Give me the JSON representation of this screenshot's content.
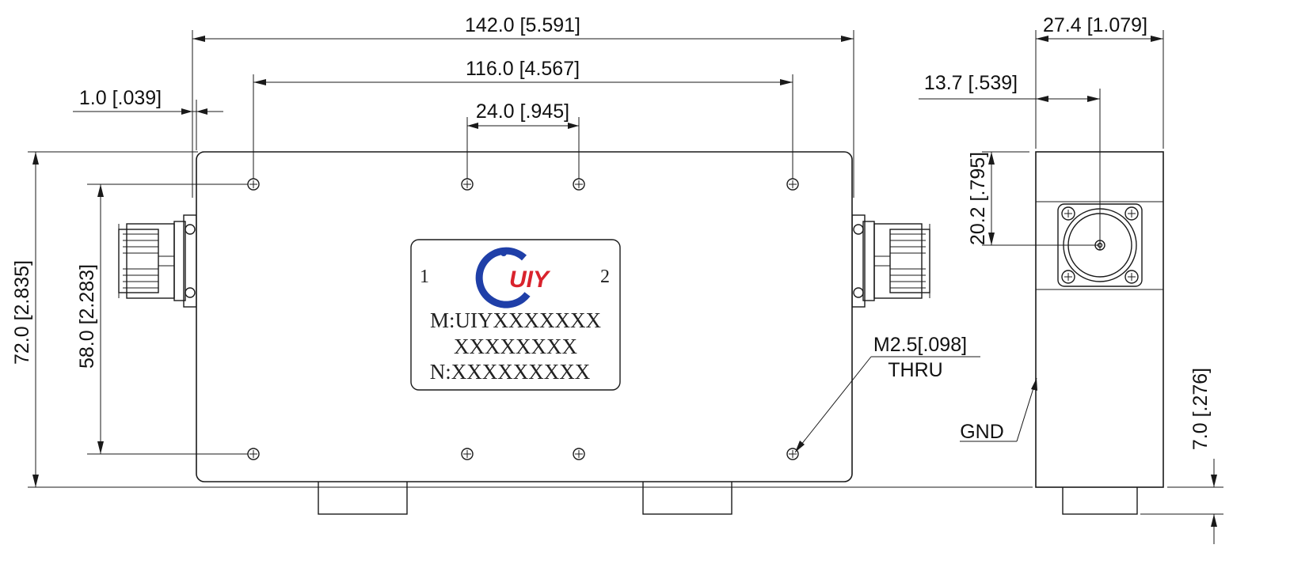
{
  "dimensions": {
    "overall_length": "142.0 [5.591]",
    "hole_span_outer": "116.0 [4.567]",
    "hole_span_inner": "24.0 [.945]",
    "flange_offset": "1.0 [.039]",
    "overall_height": "72.0 [2.835]",
    "hole_span_vertical": "58.0 [2.283]",
    "side_width": "27.4 [1.079]",
    "side_center": "13.7 [.539]",
    "connector_height": "20.2 [.795]",
    "gnd_height": "7.0 [.276]"
  },
  "callouts": {
    "hole_size": "M2.5[.098]",
    "hole_type": "THRU",
    "ground": "GND"
  },
  "label_plate": {
    "brand": "UIY",
    "port_1": "1",
    "port_2": "2",
    "model_line": "M:UIYXXXXXXX",
    "model_line_2": "XXXXXXXX",
    "serial_line": "N:XXXXXXXXX"
  },
  "colors": {
    "logo_blue": "#1f3fa8",
    "logo_red": "#d9232d",
    "line": "#1a1a1a"
  }
}
